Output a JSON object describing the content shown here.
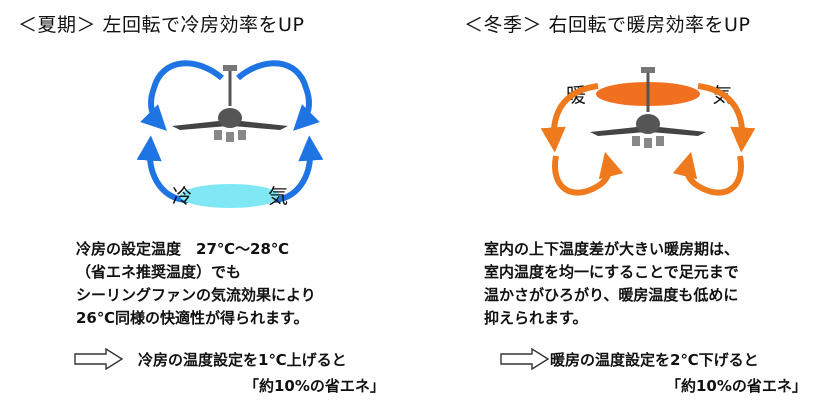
{
  "colors": {
    "summer_flow": "#1f74e4",
    "cool_air": "#7fe8f4",
    "winter_flow": "#ef7a1e",
    "warm_air": "#f07020"
  },
  "summer": {
    "title": "＜夏期＞ 左回転で冷房効率をUP",
    "air_left": "冷",
    "air_right": "気",
    "lines": [
      "冷房の設定温度　27℃～28℃",
      "（省エネ推奨温度）でも",
      "シーリングファンの気流効果により",
      "26℃同様の快適性が得られます。"
    ],
    "effect_line1": "冷房の温度設定を1℃上げると",
    "effect_line2": "「約10%の省エネ」"
  },
  "winter": {
    "title": "＜冬季＞ 右回転で暖房効率をUP",
    "air_left": "暖",
    "air_right": "気",
    "lines": [
      "室内の上下温度差が大きい暖房期は、",
      "室内温度を均一にすることで足元まで",
      "温かさがひろがり、暖房温度も低めに",
      "抑えられます。"
    ],
    "effect_line1": "暖房の温度設定を2℃下げると",
    "effect_line2": "「約10%の省エネ」"
  }
}
